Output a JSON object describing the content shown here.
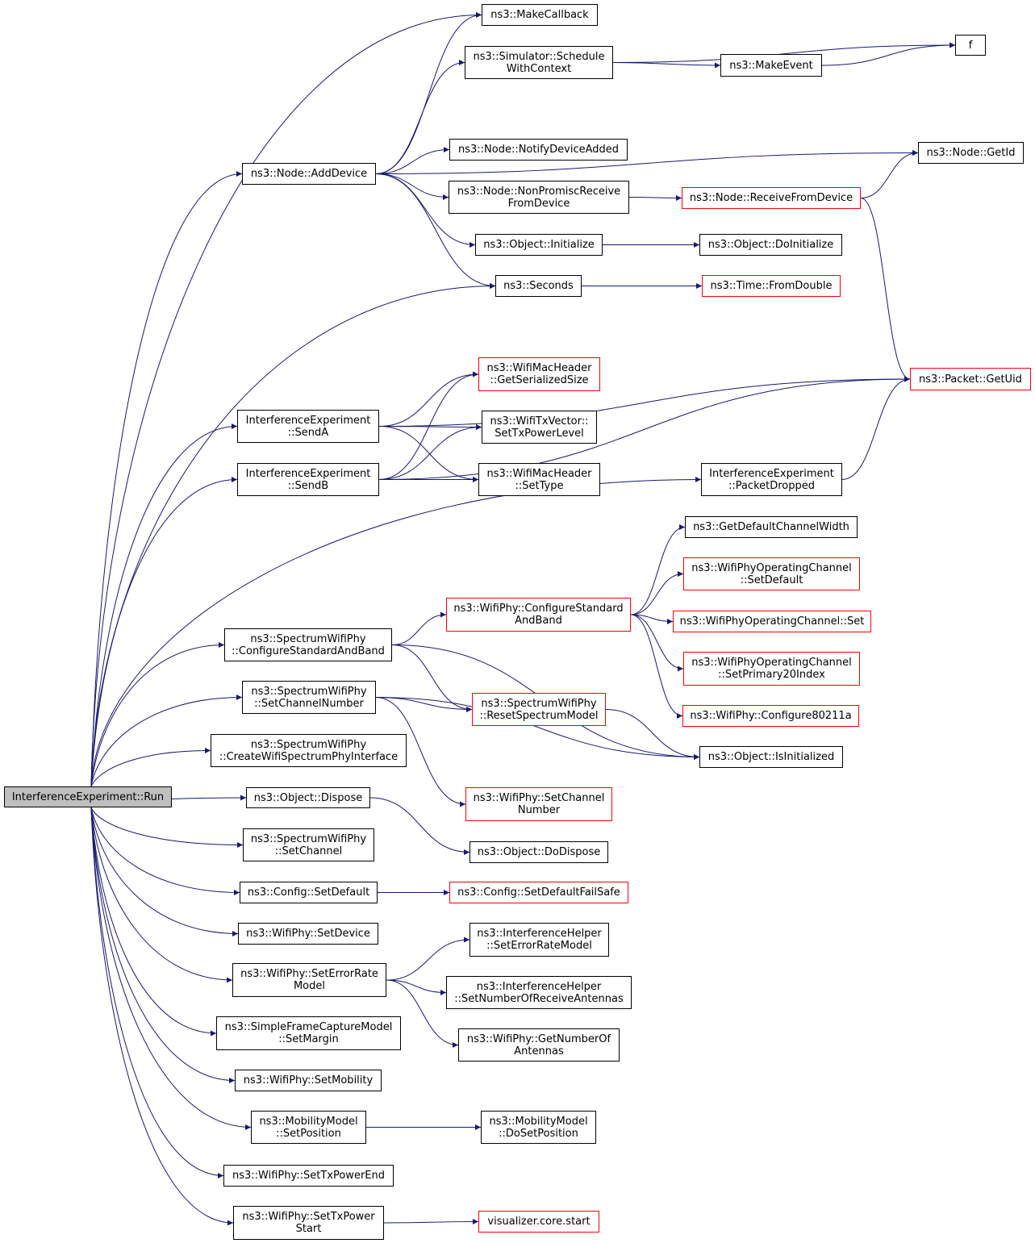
{
  "diagram": {
    "root": "InterferenceExperiment::Run",
    "nodes": [
      {
        "id": "run",
        "lines": [
          "InterferenceExperiment::Run"
        ],
        "style": "root"
      },
      {
        "id": "makecallback",
        "lines": [
          "ns3::MakeCallback"
        ],
        "style": "normal"
      },
      {
        "id": "schedctx",
        "lines": [
          "ns3::Simulator::Schedule",
          "WithContext"
        ],
        "style": "normal"
      },
      {
        "id": "f",
        "lines": [
          "f"
        ],
        "style": "normal"
      },
      {
        "id": "makeevent",
        "lines": [
          "ns3::MakeEvent"
        ],
        "style": "normal"
      },
      {
        "id": "adddevice",
        "lines": [
          "ns3::Node::AddDevice"
        ],
        "style": "normal"
      },
      {
        "id": "notifydev",
        "lines": [
          "ns3::Node::NotifyDeviceAdded"
        ],
        "style": "normal"
      },
      {
        "id": "getid",
        "lines": [
          "ns3::Node::GetId"
        ],
        "style": "normal"
      },
      {
        "id": "nonpromisc",
        "lines": [
          "ns3::Node::NonPromiscReceive",
          "FromDevice"
        ],
        "style": "normal"
      },
      {
        "id": "recvfromdev",
        "lines": [
          "ns3::Node::ReceiveFromDevice"
        ],
        "style": "red"
      },
      {
        "id": "objinit",
        "lines": [
          "ns3::Object::Initialize"
        ],
        "style": "normal"
      },
      {
        "id": "doinit",
        "lines": [
          "ns3::Object::DoInitialize"
        ],
        "style": "normal"
      },
      {
        "id": "seconds",
        "lines": [
          "ns3::Seconds"
        ],
        "style": "normal"
      },
      {
        "id": "fromdouble",
        "lines": [
          "ns3::Time::FromDouble"
        ],
        "style": "red"
      },
      {
        "id": "getserialized",
        "lines": [
          "ns3::WifiMacHeader",
          "::GetSerializedSize"
        ],
        "style": "red"
      },
      {
        "id": "getuid",
        "lines": [
          "ns3::Packet::GetUid"
        ],
        "style": "red"
      },
      {
        "id": "senda",
        "lines": [
          "InterferenceExperiment",
          "::SendA"
        ],
        "style": "normal"
      },
      {
        "id": "settxpowerlevel",
        "lines": [
          "ns3::WifiTxVector::",
          "SetTxPowerLevel"
        ],
        "style": "normal"
      },
      {
        "id": "sendb",
        "lines": [
          "InterferenceExperiment",
          "::SendB"
        ],
        "style": "normal"
      },
      {
        "id": "settype",
        "lines": [
          "ns3::WifiMacHeader",
          "::SetType"
        ],
        "style": "normal"
      },
      {
        "id": "pktdropped",
        "lines": [
          "InterferenceExperiment",
          "::PacketDropped"
        ],
        "style": "normal"
      },
      {
        "id": "getdefcw",
        "lines": [
          "ns3::GetDefaultChannelWidth"
        ],
        "style": "normal"
      },
      {
        "id": "wpocsetdefault",
        "lines": [
          "ns3::WifiPhyOperatingChannel",
          "::SetDefault"
        ],
        "style": "red"
      },
      {
        "id": "confstdband",
        "lines": [
          "ns3::WifiPhy::ConfigureStandard",
          "AndBand"
        ],
        "style": "red"
      },
      {
        "id": "wpocset",
        "lines": [
          "ns3::WifiPhyOperatingChannel::Set"
        ],
        "style": "red"
      },
      {
        "id": "spconfstd",
        "lines": [
          "ns3::SpectrumWifiPhy",
          "::ConfigureStandardAndBand"
        ],
        "style": "normal"
      },
      {
        "id": "setprimary20",
        "lines": [
          "ns3::WifiPhyOperatingChannel",
          "::SetPrimary20Index"
        ],
        "style": "red"
      },
      {
        "id": "spsetchnum",
        "lines": [
          "ns3::SpectrumWifiPhy",
          "::SetChannelNumber"
        ],
        "style": "normal"
      },
      {
        "id": "resetspec",
        "lines": [
          "ns3::SpectrumWifiPhy",
          "::ResetSpectrumModel"
        ],
        "style": "red"
      },
      {
        "id": "conf80211a",
        "lines": [
          "ns3::WifiPhy::Configure80211a"
        ],
        "style": "red"
      },
      {
        "id": "createspi",
        "lines": [
          "ns3::SpectrumWifiPhy",
          "::CreateWifiSpectrumPhyInterface"
        ],
        "style": "normal"
      },
      {
        "id": "isinit",
        "lines": [
          "ns3::Object::IsInitialized"
        ],
        "style": "normal"
      },
      {
        "id": "dispose",
        "lines": [
          "ns3::Object::Dispose"
        ],
        "style": "normal"
      },
      {
        "id": "wpsetchnum",
        "lines": [
          "ns3::WifiPhy::SetChannel",
          "Number"
        ],
        "style": "red"
      },
      {
        "id": "spsetch",
        "lines": [
          "ns3::SpectrumWifiPhy",
          "::SetChannel"
        ],
        "style": "normal"
      },
      {
        "id": "dodispose",
        "lines": [
          "ns3::Object::DoDispose"
        ],
        "style": "normal"
      },
      {
        "id": "cfgsetdef",
        "lines": [
          "ns3::Config::SetDefault"
        ],
        "style": "normal"
      },
      {
        "id": "cfgsetdeffs",
        "lines": [
          "ns3::Config::SetDefaultFailSafe"
        ],
        "style": "red"
      },
      {
        "id": "setdevice",
        "lines": [
          "ns3::WifiPhy::SetDevice"
        ],
        "style": "normal"
      },
      {
        "id": "ihseterm",
        "lines": [
          "ns3::InterferenceHelper",
          "::SetErrorRateModel"
        ],
        "style": "normal"
      },
      {
        "id": "seterm",
        "lines": [
          "ns3::WifiPhy::SetErrorRate",
          "Model"
        ],
        "style": "normal"
      },
      {
        "id": "ihsetnra",
        "lines": [
          "ns3::InterferenceHelper",
          "::SetNumberOfReceiveAntennas"
        ],
        "style": "normal"
      },
      {
        "id": "sfcmsetmargin",
        "lines": [
          "ns3::SimpleFrameCaptureModel",
          "::SetMargin"
        ],
        "style": "normal"
      },
      {
        "id": "getnumant",
        "lines": [
          "ns3::WifiPhy::GetNumberOf",
          "Antennas"
        ],
        "style": "normal"
      },
      {
        "id": "setmobility",
        "lines": [
          "ns3::WifiPhy::SetMobility"
        ],
        "style": "normal"
      },
      {
        "id": "mmsetpos",
        "lines": [
          "ns3::MobilityModel",
          "::SetPosition"
        ],
        "style": "normal"
      },
      {
        "id": "mmdosetpos",
        "lines": [
          "ns3::MobilityModel",
          "::DoSetPosition"
        ],
        "style": "normal"
      },
      {
        "id": "settxpowerend",
        "lines": [
          "ns3::WifiPhy::SetTxPowerEnd"
        ],
        "style": "normal"
      },
      {
        "id": "settxpowerstart",
        "lines": [
          "ns3::WifiPhy::SetTxPower",
          "Start"
        ],
        "style": "normal"
      },
      {
        "id": "vizstart",
        "lines": [
          "visualizer.core.start"
        ],
        "style": "red"
      }
    ],
    "edges": [
      [
        "run",
        "makecallback"
      ],
      [
        "run",
        "adddevice"
      ],
      [
        "run",
        "seconds"
      ],
      [
        "run",
        "senda"
      ],
      [
        "run",
        "sendb"
      ],
      [
        "run",
        "pktdropped"
      ],
      [
        "run",
        "spconfstd"
      ],
      [
        "run",
        "spsetchnum"
      ],
      [
        "run",
        "createspi"
      ],
      [
        "run",
        "dispose"
      ],
      [
        "run",
        "spsetch"
      ],
      [
        "run",
        "cfgsetdef"
      ],
      [
        "run",
        "setdevice"
      ],
      [
        "run",
        "seterm"
      ],
      [
        "run",
        "sfcmsetmargin"
      ],
      [
        "run",
        "setmobility"
      ],
      [
        "run",
        "mmsetpos"
      ],
      [
        "run",
        "settxpowerend"
      ],
      [
        "run",
        "settxpowerstart"
      ],
      [
        "schedctx",
        "f"
      ],
      [
        "schedctx",
        "makeevent"
      ],
      [
        "makeevent",
        "f"
      ],
      [
        "adddevice",
        "makecallback"
      ],
      [
        "adddevice",
        "schedctx"
      ],
      [
        "adddevice",
        "getid"
      ],
      [
        "adddevice",
        "notifydev"
      ],
      [
        "adddevice",
        "nonpromisc"
      ],
      [
        "adddevice",
        "objinit"
      ],
      [
        "adddevice",
        "seconds"
      ],
      [
        "nonpromisc",
        "recvfromdev"
      ],
      [
        "recvfromdev",
        "getid"
      ],
      [
        "recvfromdev",
        "getuid"
      ],
      [
        "objinit",
        "doinit"
      ],
      [
        "seconds",
        "fromdouble"
      ],
      [
        "senda",
        "getuid"
      ],
      [
        "senda",
        "getserialized"
      ],
      [
        "senda",
        "settxpowerlevel"
      ],
      [
        "senda",
        "settype"
      ],
      [
        "sendb",
        "getserialized"
      ],
      [
        "sendb",
        "settxpowerlevel"
      ],
      [
        "sendb",
        "settype"
      ],
      [
        "sendb",
        "getuid"
      ],
      [
        "pktdropped",
        "getuid"
      ],
      [
        "confstdband",
        "getdefcw"
      ],
      [
        "confstdband",
        "wpocsetdefault"
      ],
      [
        "confstdband",
        "wpocset"
      ],
      [
        "confstdband",
        "setprimary20"
      ],
      [
        "confstdband",
        "conf80211a"
      ],
      [
        "spconfstd",
        "confstdband"
      ],
      [
        "spconfstd",
        "resetspec"
      ],
      [
        "spconfstd",
        "isinit"
      ],
      [
        "spsetchnum",
        "resetspec"
      ],
      [
        "spsetchnum",
        "isinit"
      ],
      [
        "spsetchnum",
        "wpsetchnum"
      ],
      [
        "resetspec",
        "isinit"
      ],
      [
        "dispose",
        "dodispose"
      ],
      [
        "cfgsetdef",
        "cfgsetdeffs"
      ],
      [
        "seterm",
        "ihseterm"
      ],
      [
        "seterm",
        "ihsetnra"
      ],
      [
        "seterm",
        "getnumant"
      ],
      [
        "mmsetpos",
        "mmdosetpos"
      ],
      [
        "settxpowerstart",
        "vizstart"
      ]
    ]
  }
}
